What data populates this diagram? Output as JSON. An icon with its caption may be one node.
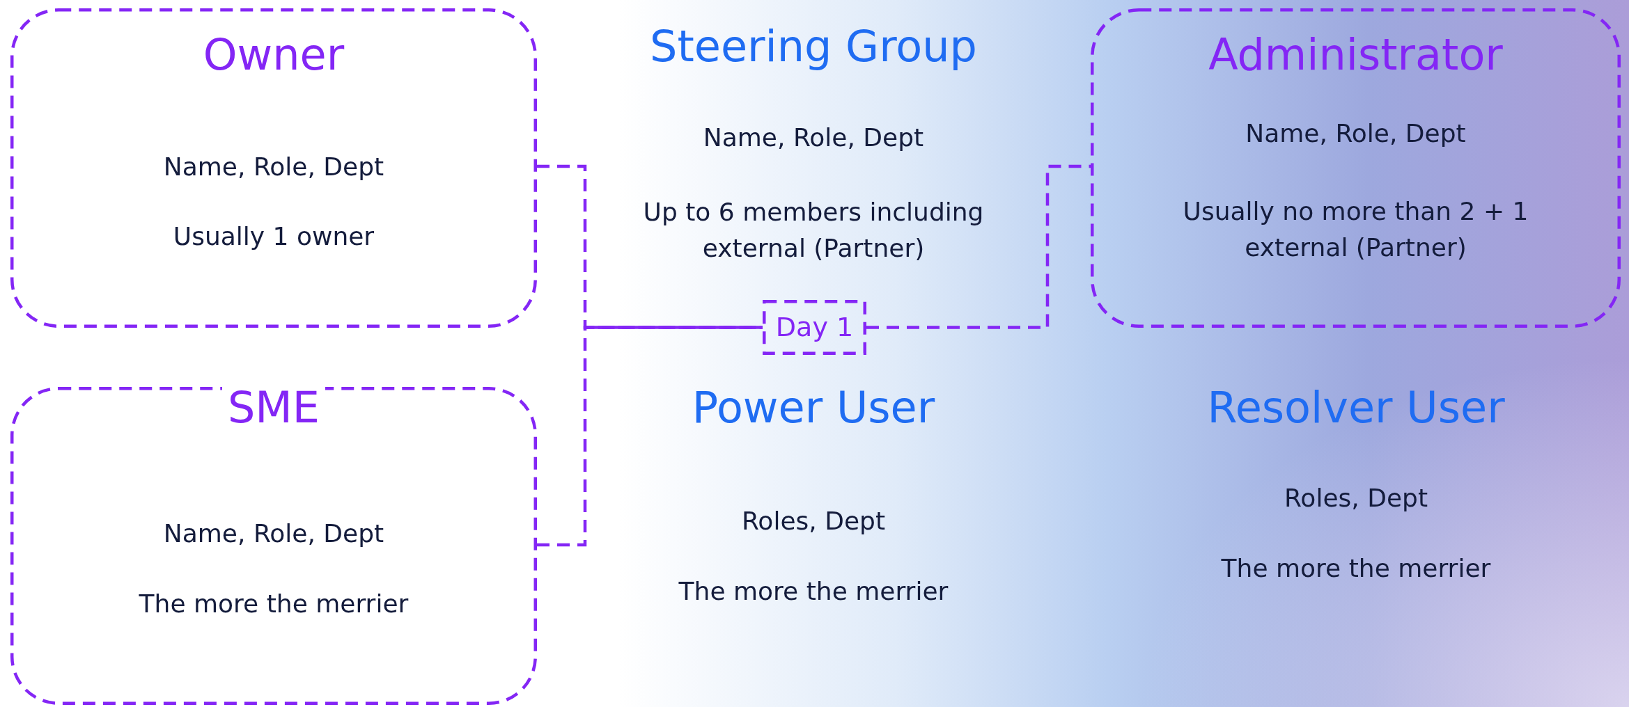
{
  "diagram": {
    "nodes": [
      {
        "text": [
          "Owner",
          "Name, Role, Dept",
          "Usually 1 owner"
        ]
      },
      {
        "text": [
          "SME",
          "Name, Role, Dept",
          "The more the merrier"
        ]
      },
      {
        "text": [
          "Day 1"
        ]
      },
      {
        "text": [
          "Administrator",
          "Name, Role, Dept",
          "Usually no more than 2 + 1 external (Partner)"
        ]
      }
    ],
    "edges": [
      {
        "from": 0,
        "to": 2,
        "arrow": "none",
        "style": "dashed"
      },
      {
        "from": 1,
        "to": 2,
        "arrow": "none",
        "style": "dashed"
      },
      {
        "from": 2,
        "to": 3,
        "arrow": "none",
        "style": "dashed"
      }
    ],
    "labels": [
      "Steering Group",
      "Name, Role, Dept",
      "Up to 6 members including external (Partner)",
      "Power User",
      "Roles, Dept",
      "The more the merrier",
      "Resolver User",
      "Roles, Dept",
      "The more the merrier"
    ]
  }
}
